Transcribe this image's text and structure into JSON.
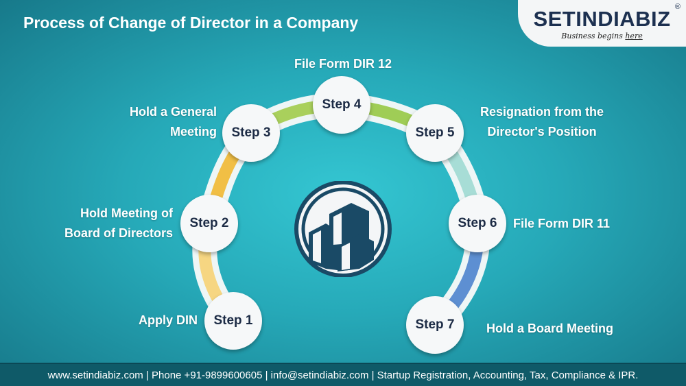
{
  "title": "Process of Change of Director in a Company",
  "logo": {
    "brand": "SETINDIABIZ",
    "tagline_prefix": "Business begins ",
    "tagline_emph": "here",
    "reg": "®"
  },
  "steps": [
    {
      "label": "Step 1",
      "text": "Apply DIN"
    },
    {
      "label": "Step 2",
      "text": "Hold Meeting of\nBoard of Directors"
    },
    {
      "label": "Step 3",
      "text": "Hold a General\nMeeting"
    },
    {
      "label": "Step 4",
      "text": "File Form DIR 12"
    },
    {
      "label": "Step 5",
      "text": "Resignation from the\nDirector's Position"
    },
    {
      "label": "Step 6",
      "text": "File Form DIR 11"
    },
    {
      "label": "Step 7",
      "text": "Hold a Board Meeting"
    }
  ],
  "segment_colors": [
    "#f6d682",
    "#f1bf45",
    "#a9d05c",
    "#9fcd56",
    "#a7ddd6",
    "#5d8fd2"
  ],
  "center_icon": "buildings-icon",
  "footer": "www.setindiabiz.com | Phone +91-9899600605 | info@setindiabiz.com | Startup Registration, Accounting, Tax, Compliance & IPR."
}
